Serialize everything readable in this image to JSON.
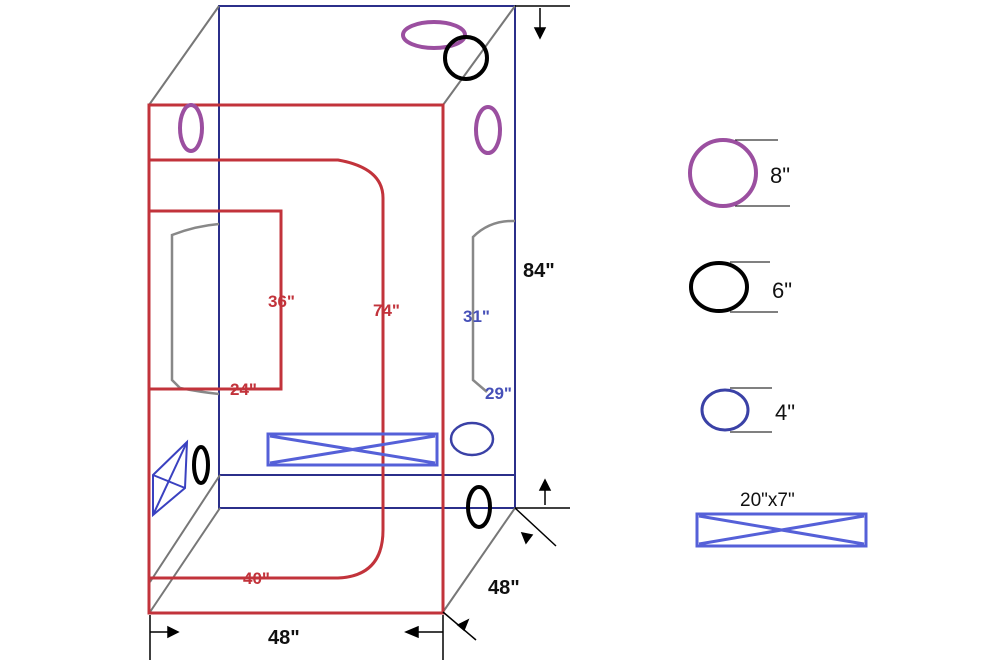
{
  "colors": {
    "frame_front": "#c2333b",
    "frame_back": "#2b2f8a",
    "port_8in": "#9b4fa0",
    "port_6in": "#000000",
    "port_4in": "#3a41a6",
    "vent": "#5560d8",
    "sleeve": "#888888"
  },
  "dimensions": {
    "height": "84\"",
    "width": "48\"",
    "depth": "48\"",
    "door_height": "74\"",
    "door_width": "40\"",
    "window_height": "36\"",
    "window_width": "24\"",
    "side_window_height": "31\"",
    "side_window_width": "29\""
  },
  "legend": [
    {
      "label": "8\"",
      "icon": "purple-circle"
    },
    {
      "label": "6\"",
      "icon": "black-circle"
    },
    {
      "label": "4\"",
      "icon": "blue-circle"
    },
    {
      "label": "20\"x7\"",
      "icon": "vent-rectangle"
    }
  ]
}
